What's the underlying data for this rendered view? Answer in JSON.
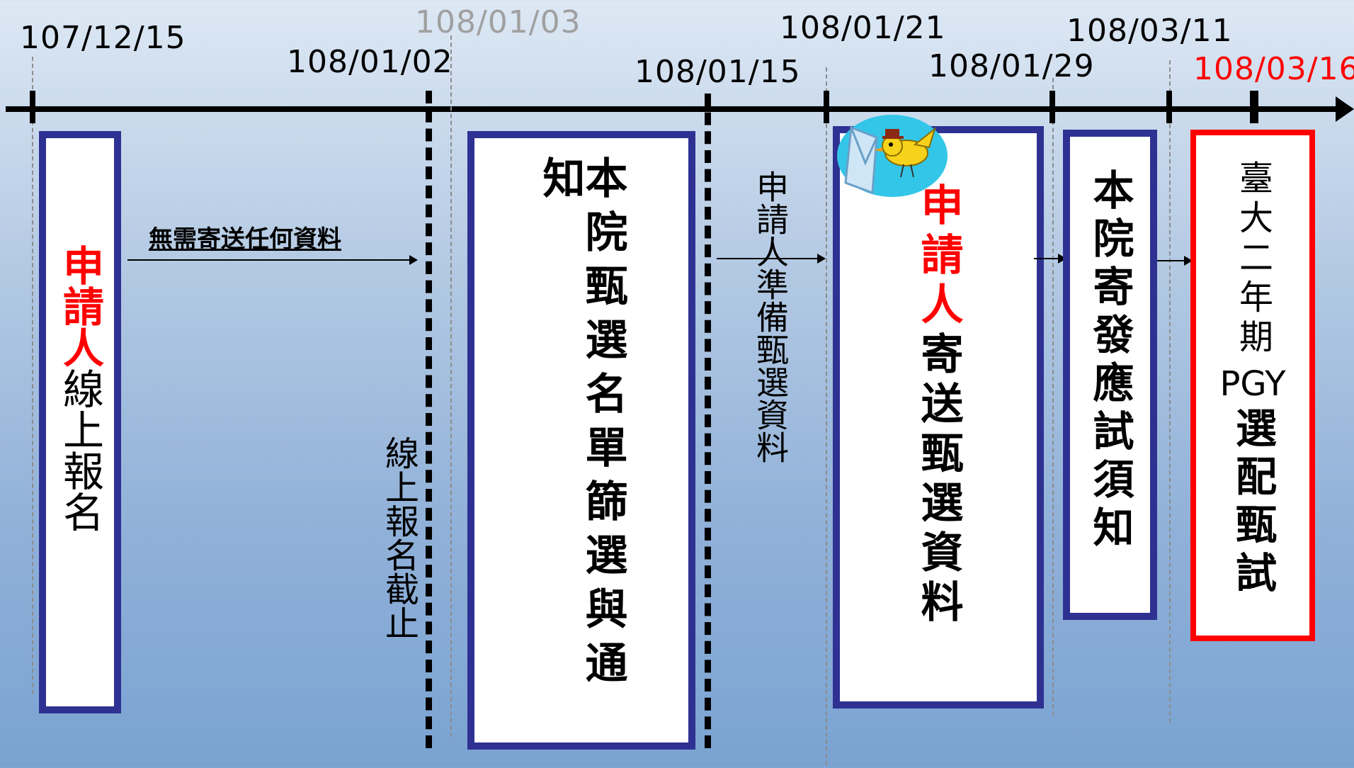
{
  "dates": {
    "d1": "107/12/15",
    "d2": "108/01/02",
    "d3": "108/01/03",
    "d4": "108/01/15",
    "d5": "108/01/21",
    "d6": "108/01/29",
    "d7": "108/03/11",
    "d8": "108/03/16"
  },
  "boxes": {
    "apply_online": {
      "red": "申請人",
      "rest": "線上報名"
    },
    "screening": {
      "text": "本院甄選名單篩選與通知"
    },
    "send_docs": {
      "red": "申請人",
      "rest": "寄送甄選資料"
    },
    "exam_notice": {
      "text": "本院寄發應試須知"
    },
    "pgy_exam": {
      "line1": "臺大二年期",
      "line2": "PGY",
      "line3": "選配甄試"
    }
  },
  "notes": {
    "no_documents": "無需寄送任何資料",
    "deadline": "線上報名截止",
    "prepare": "申請人準備甄選資料"
  },
  "colors": {
    "box_border": "#2e3192",
    "highlight_border": "#ff0000",
    "highlight_text": "#ff0000"
  },
  "icons": {
    "mail_bird": "mail-bird-clipart-icon"
  }
}
